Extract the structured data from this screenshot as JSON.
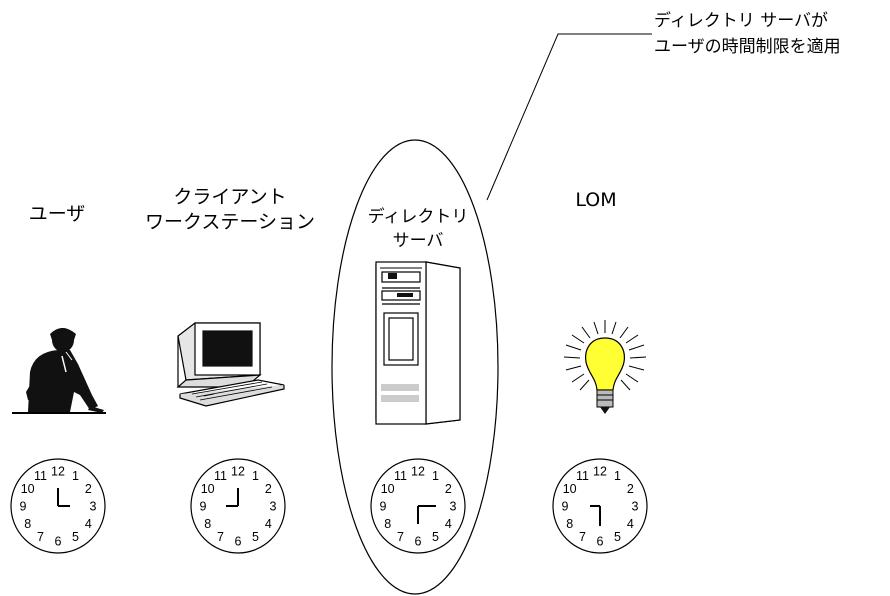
{
  "callout": {
    "line1": "ディレクトリ サーバが",
    "line2": "ユーザの時間制限を適用"
  },
  "columns": [
    {
      "id": "user",
      "label_lines": [
        "ユーザ"
      ],
      "icon": "person-icon"
    },
    {
      "id": "workstation",
      "label_lines": [
        "クライアント",
        "ワークステーション"
      ],
      "icon": "computer-icon"
    },
    {
      "id": "directory-server",
      "label_lines": [
        "ディレクトリ",
        "サーバ"
      ],
      "icon": "server-icon"
    },
    {
      "id": "lom",
      "label_lines": [
        "LOM"
      ],
      "icon": "lightbulb-icon"
    }
  ],
  "clock_numbers": [
    "12",
    "1",
    "2",
    "3",
    "4",
    "5",
    "6",
    "7",
    "8",
    "9",
    "10",
    "11"
  ],
  "colors": {
    "bulb": "#ffff33",
    "line": "#000000"
  }
}
